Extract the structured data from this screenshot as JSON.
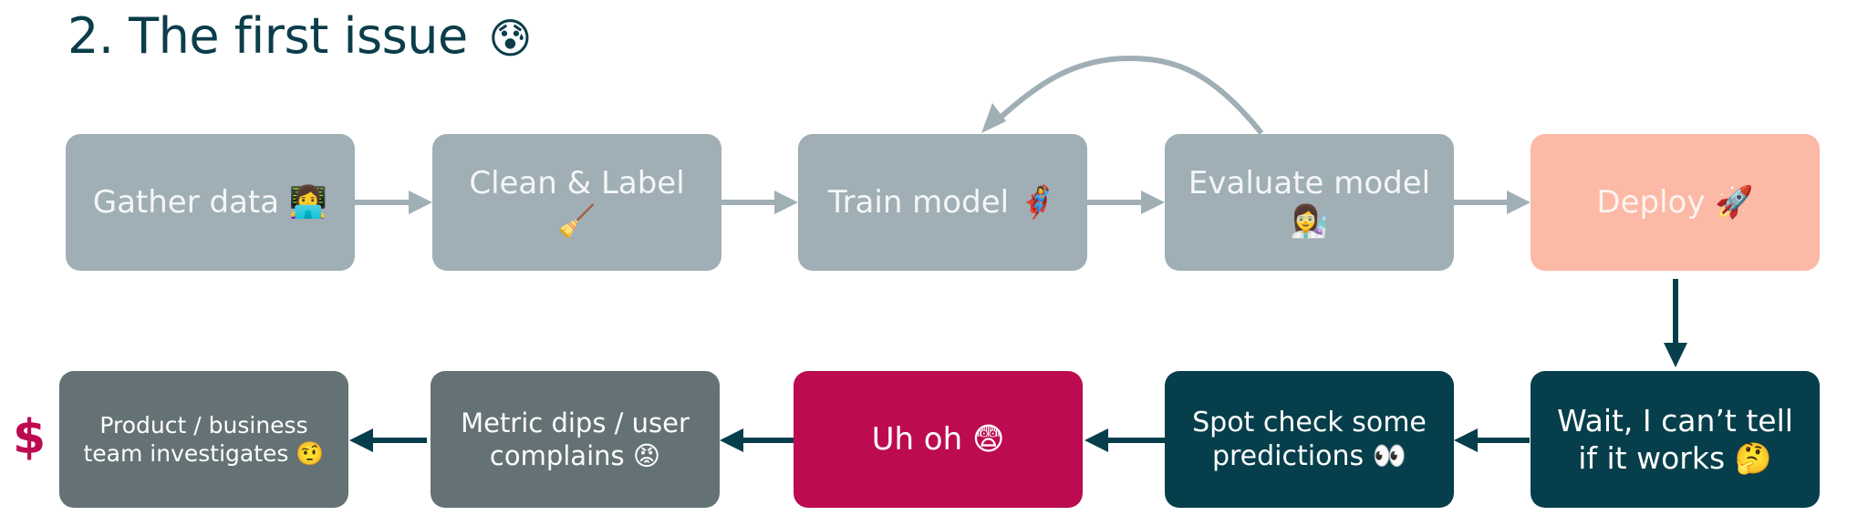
{
  "title": {
    "text": "2. The first issue",
    "emoji": "😰"
  },
  "colors": {
    "title": "#0b3d4a",
    "muted_step": "#a0afb5",
    "deploy_step": "#fbb9a6",
    "slate_step": "#647275",
    "dark_step": "#063f4b",
    "alert_step": "#bc0b50",
    "muted_arrow": "#a0afb5",
    "dark_arrow": "#063f4b",
    "dollar": "#bc0b50"
  },
  "top_row": [
    {
      "id": "gather",
      "label": "Gather data 👩‍💻"
    },
    {
      "id": "clean",
      "label": "Clean & Label\n🧹"
    },
    {
      "id": "train",
      "label": "Train model 🦸‍♀️"
    },
    {
      "id": "evaluate",
      "label": "Evaluate model\n👩‍🔬"
    },
    {
      "id": "deploy",
      "label": "Deploy 🚀"
    }
  ],
  "bottom_row": [
    {
      "id": "investigate",
      "label": "Product / business\nteam investigates 🤨"
    },
    {
      "id": "metric",
      "label": "Metric dips / user\ncomplains 😡"
    },
    {
      "id": "uhoh",
      "label": "Uh oh 😨"
    },
    {
      "id": "spot",
      "label": "Spot check some\npredictions 👀"
    },
    {
      "id": "wait",
      "label": "Wait, I can’t tell\nif it works 🤔"
    }
  ],
  "edges": [
    {
      "from": "gather",
      "to": "clean"
    },
    {
      "from": "clean",
      "to": "train"
    },
    {
      "from": "train",
      "to": "evaluate"
    },
    {
      "from": "evaluate",
      "to": "train",
      "style": "loop"
    },
    {
      "from": "evaluate",
      "to": "deploy"
    },
    {
      "from": "deploy",
      "to": "wait"
    },
    {
      "from": "wait",
      "to": "spot"
    },
    {
      "from": "spot",
      "to": "uhoh"
    },
    {
      "from": "uhoh",
      "to": "metric"
    },
    {
      "from": "metric",
      "to": "investigate"
    }
  ],
  "cost_marker": "$"
}
